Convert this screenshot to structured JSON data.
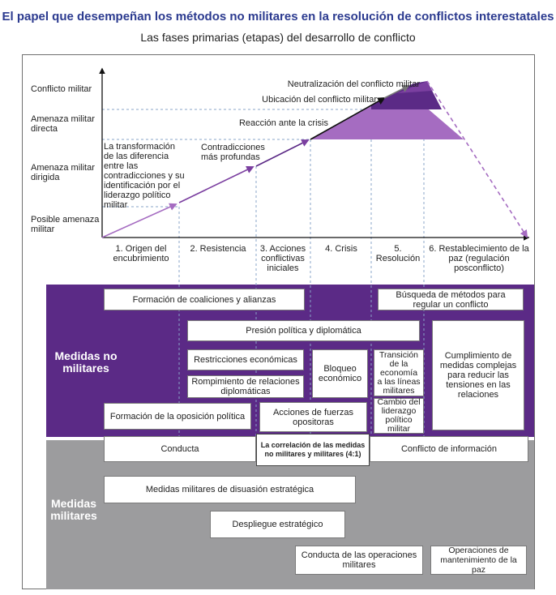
{
  "title": "El papel que desempeñan los métodos no militares en la resolución de conflictos interestatales",
  "subtitle": "Las fases primarias (etapas) del desarrollo de conflicto",
  "y_levels": [
    "Conflicto militar",
    "Amenaza militar directa",
    "Amenaza militar dirigida",
    "Posible amenaza militar"
  ],
  "curve_labels": {
    "neutralization": "Neutralización del conflicto militar",
    "location": "Ubicación del conflicto militar",
    "reaction": "Reacción ante la crisis",
    "deeper": "Contradicciones más profundas",
    "transformation": "La transformación de las diferencia entre las contradicciones y su identificación por el liderazgo político militar"
  },
  "phases": [
    "1. Origen del encubrimiento",
    "2. Resistencia",
    "3. Acciones conflictivas iniciales",
    "4. Crisis",
    "5. Resolución",
    "6. Restablecimiento de la paz (regulación posconflicto)"
  ],
  "non_military": {
    "heading": "Medidas no militares",
    "boxes": {
      "coalitions": "Formación de coaliciones y alianzas",
      "search_methods": "Búsqueda de métodos para regular un conflicto",
      "pressure": "Presión política y diplomática",
      "economic_restrictions": "Restricciones económicas",
      "break_relations": "Rompimiento de relaciones diplomáticas",
      "blockade": "Bloqueo económico",
      "transition": "Transición de la economía a las líneas militares",
      "compliance": "Cumplimiento de medidas complejas para reducir las tensiones en las relaciones",
      "leadership_change": "Cambio del liderazgo político militar",
      "opposition_formation": "Formación de la oposición política",
      "opposition_actions": "Acciones de fuerzas opositoras"
    }
  },
  "military": {
    "heading": "Medidas militares",
    "boxes": {
      "conduct": "Conducta",
      "correlation": "La correlación de las medidas no militares y militares (4:1)",
      "information": "Conflicto de información",
      "deterrence": "Medidas militares de disuasión estratégica",
      "deployment": "Despliegue estratégico",
      "operations": "Conducta de las operaciones militares",
      "peacekeeping": "Operaciones de mantenimiento de la paz"
    }
  },
  "colors": {
    "title_blue": "#2b3a8f",
    "purple_dark": "#5b2a86",
    "purple_mid": "#7b3fa0",
    "purple_light": "#a56cc1",
    "gray_band": "#9c9c9e"
  }
}
